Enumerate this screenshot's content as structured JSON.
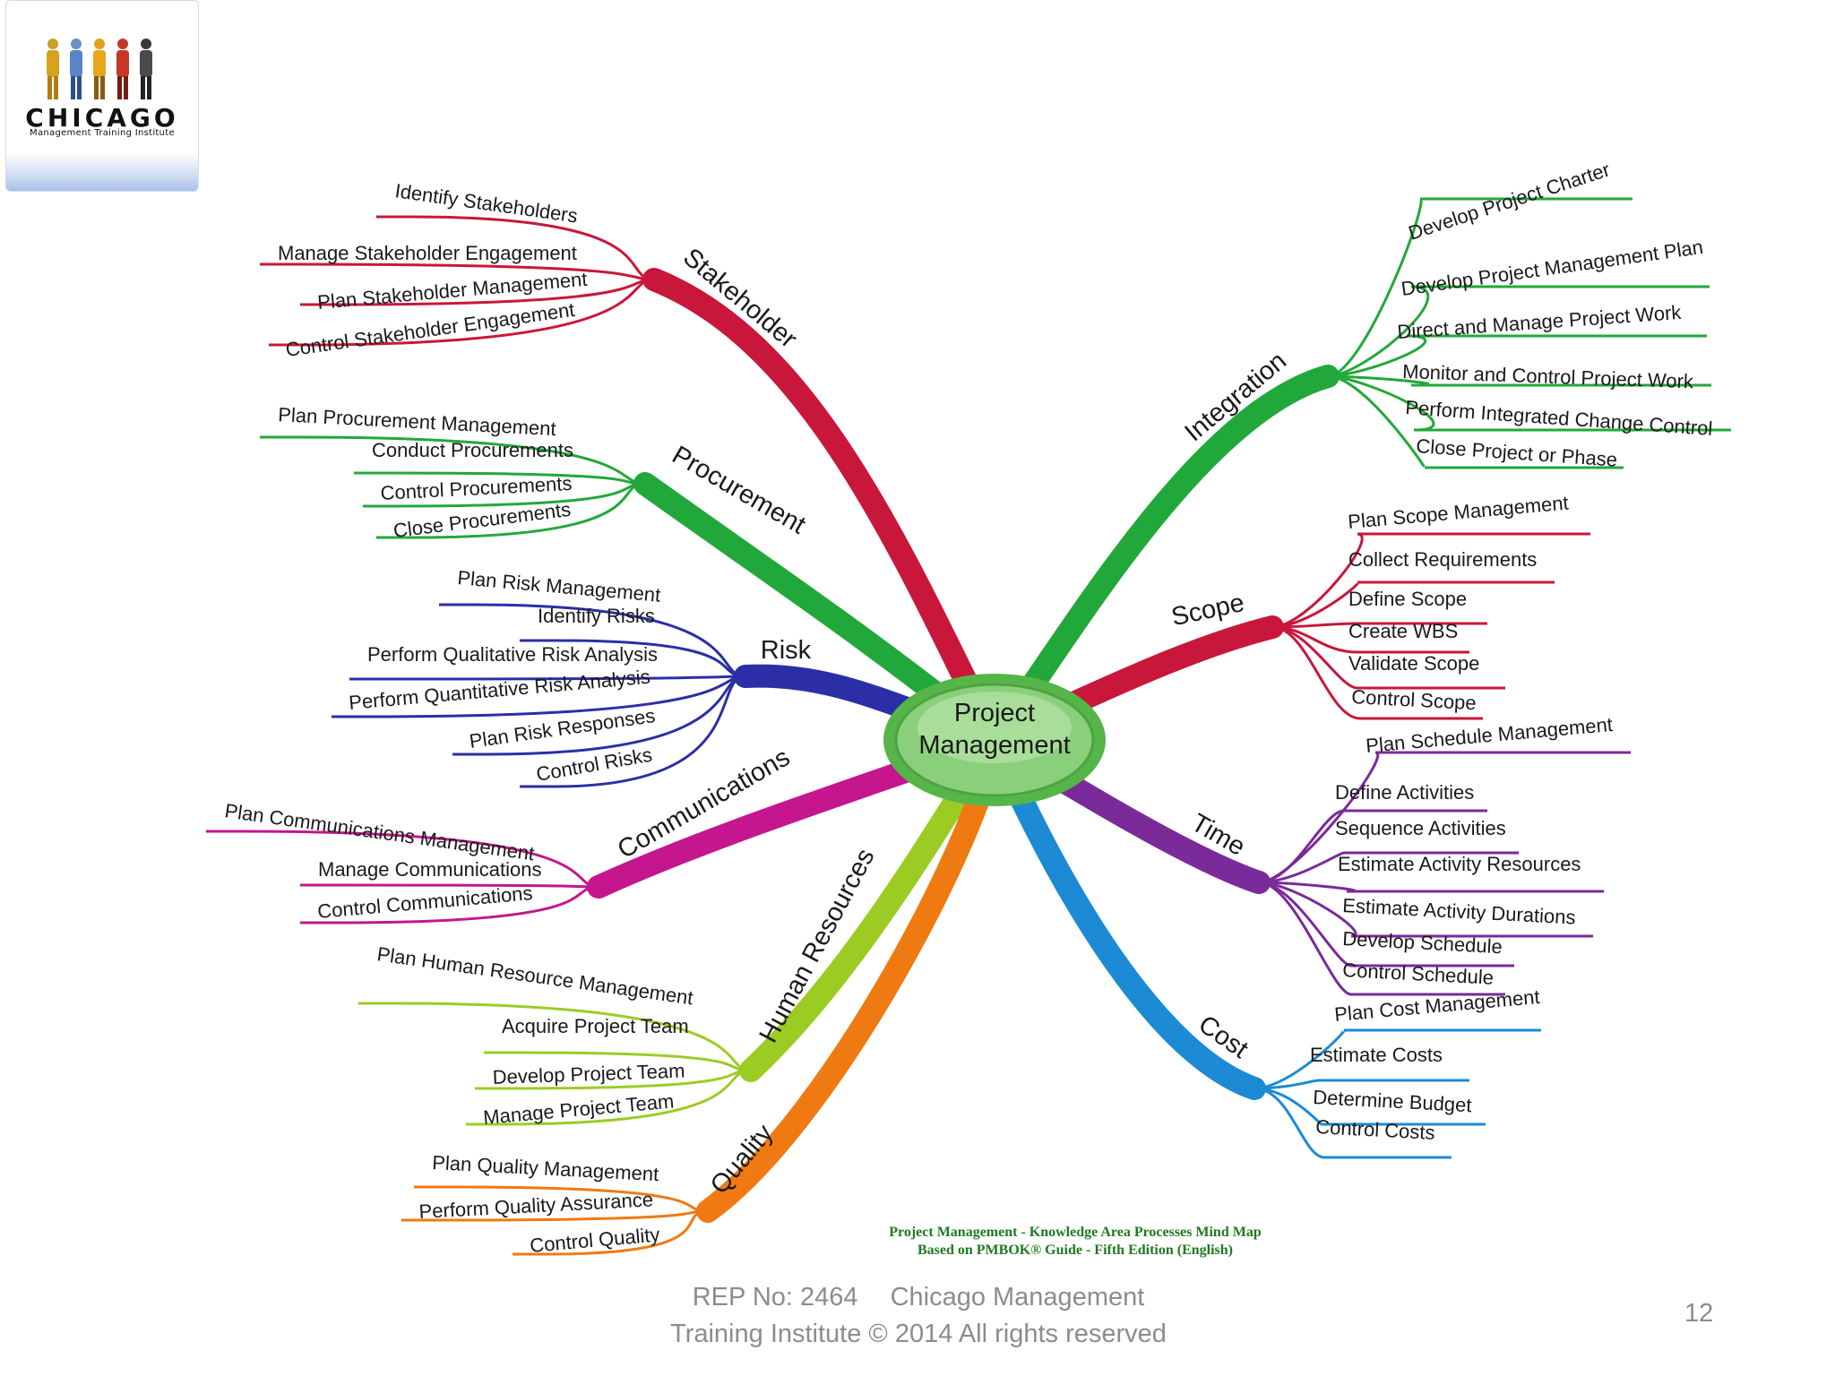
{
  "logo": {
    "name": "CHICAGO",
    "subtitle": "Management Training Institute"
  },
  "mindmap": {
    "center": {
      "line1": "Project",
      "line2": "Management"
    },
    "branches": [
      {
        "key": "stakeholder",
        "label": "Stakeholder",
        "color": "#c8173a",
        "leaves": [
          "Identify Stakeholders",
          "Manage Stakeholder Engagement",
          "Plan Stakeholder Management",
          "Control Stakeholder Engagement"
        ]
      },
      {
        "key": "procurement",
        "label": "Procurement",
        "color": "#22a83a",
        "leaves": [
          "Plan Procurement Management",
          "Conduct Procurements",
          "Control Procurements",
          "Close Procurements"
        ]
      },
      {
        "key": "risk",
        "label": "Risk",
        "color": "#2b2fa6",
        "leaves": [
          "Plan Risk Management",
          "Identify Risks",
          "Perform Qualitative Risk Analysis",
          "Perform Quantitative Risk Analysis",
          "Plan Risk Responses",
          "Control Risks"
        ]
      },
      {
        "key": "communications",
        "label": "Communications",
        "color": "#c4168f",
        "leaves": [
          "Plan Communications Management",
          "Manage Communications",
          "Control Communications"
        ]
      },
      {
        "key": "human_resources",
        "label": "Human Resources",
        "color": "#9ccc24",
        "leaves": [
          "Plan Human Resource Management",
          "Acquire Project Team",
          "Develop Project Team",
          "Manage Project Team"
        ]
      },
      {
        "key": "quality",
        "label": "Quality",
        "color": "#f07a12",
        "leaves": [
          "Plan Quality Management",
          "Perform Quality Assurance",
          "Control Quality"
        ]
      },
      {
        "key": "integration",
        "label": "Integration",
        "color": "#22a83a",
        "leaves": [
          "Develop Project Charter",
          "Develop Project Management Plan",
          "Direct and Manage Project Work",
          "Monitor and Control Project Work",
          "Perform Integrated Change Control",
          "Close Project or Phase"
        ]
      },
      {
        "key": "scope",
        "label": "Scope",
        "color": "#c8173a",
        "leaves": [
          "Plan Scope Management",
          "Collect Requirements",
          "Define Scope",
          "Create WBS",
          "Validate Scope",
          "Control Scope"
        ]
      },
      {
        "key": "time",
        "label": "Time",
        "color": "#7a2a9a",
        "leaves": [
          "Plan Schedule Management",
          "Define Activities",
          "Sequence Activities",
          "Estimate Activity Resources",
          "Estimate Activity Durations",
          "Develop Schedule",
          "Control Schedule"
        ]
      },
      {
        "key": "cost",
        "label": "Cost",
        "color": "#1c8ad4",
        "leaves": [
          "Plan Cost Management",
          "Estimate Costs",
          "Determine Budget",
          "Control Costs"
        ]
      }
    ],
    "caption": {
      "line1": "Project Management - Knowledge Area Processes Mind Map",
      "line2": "Based on PMBOK® Guide - Fifth Edition (English)"
    }
  },
  "footer": {
    "rep": "REP No: 2464",
    "org": "Chicago Management",
    "copyright": "Training Institute © 2014 All rights reserved",
    "page_number": "12"
  }
}
